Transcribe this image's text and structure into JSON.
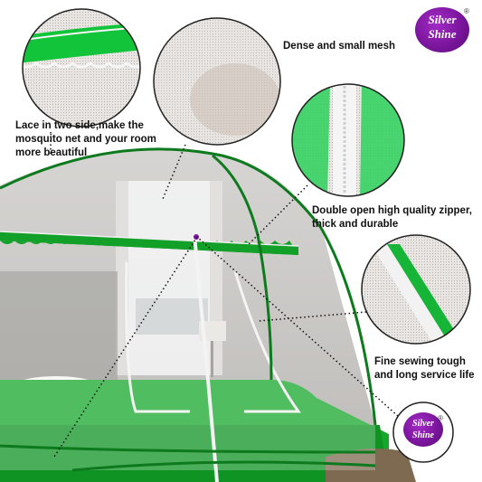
{
  "brand": {
    "line1": "Silver",
    "line2": "Shine",
    "registered": "®"
  },
  "callouts": {
    "mesh": "Dense and small mesh",
    "lace_line1": "Lace in two side,make the",
    "lace_line2": "mosquito net and your room",
    "lace_line3": "more beautiful",
    "zipper_line1": "Double open high quality zipper,",
    "zipper_line2": "thick and durable",
    "sewing_line1": "Fine sewing tough",
    "sewing_line2": "and long service life"
  },
  "colors": {
    "net_green": "#12a028",
    "dark_green": "#0d7a1e",
    "logo_purple": "#7a159c"
  }
}
